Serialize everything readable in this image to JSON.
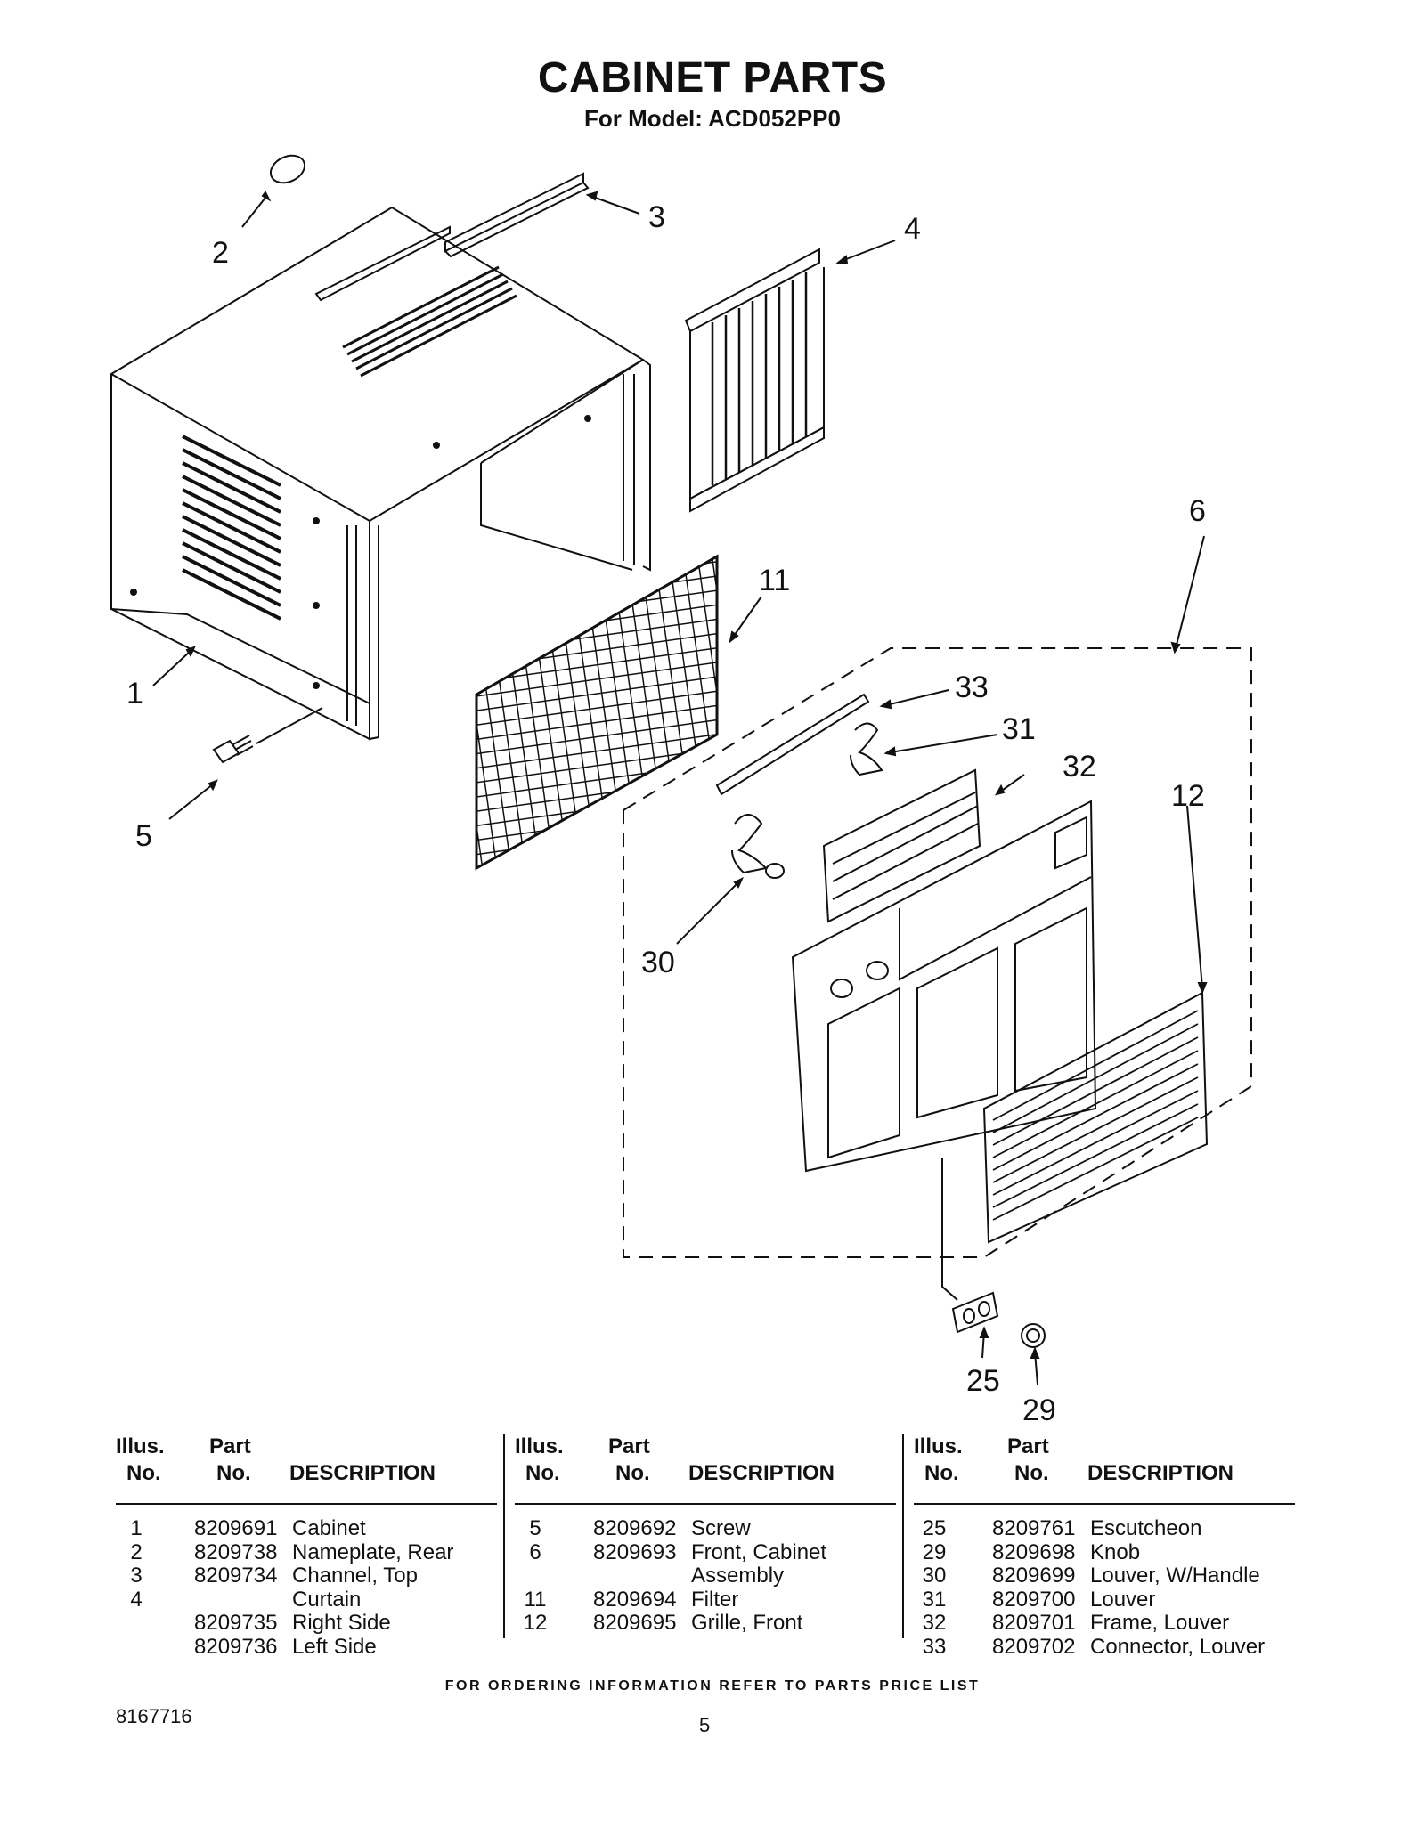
{
  "header": {
    "title": "CABINET PARTS",
    "model": "For Model: ACD052PP0"
  },
  "callouts": {
    "c1": "1",
    "c2": "2",
    "c3": "3",
    "c4": "4",
    "c5": "5",
    "c6": "6",
    "c11": "11",
    "c12": "12",
    "c25": "25",
    "c29": "29",
    "c30": "30",
    "c31": "31",
    "c32": "32",
    "c33": "33"
  },
  "table": {
    "head_illus": "Illus.",
    "head_no": "No.",
    "head_part": "Part",
    "head_desc": "DESCRIPTION",
    "col1": [
      {
        "illus": "1",
        "part": "8209691",
        "desc": "Cabinet"
      },
      {
        "illus": "2",
        "part": "8209738",
        "desc": "Nameplate, Rear"
      },
      {
        "illus": "3",
        "part": "8209734",
        "desc": "Channel, Top"
      },
      {
        "illus": "4",
        "part": "",
        "desc": "Curtain"
      },
      {
        "illus": "",
        "part": "8209735",
        "desc": "Right Side"
      },
      {
        "illus": "",
        "part": "8209736",
        "desc": "Left Side"
      }
    ],
    "col2": [
      {
        "illus": "5",
        "part": "8209692",
        "desc": "Screw"
      },
      {
        "illus": "6",
        "part": "8209693",
        "desc": "Front, Cabinet"
      },
      {
        "illus": "",
        "part": "",
        "desc": "Assembly"
      },
      {
        "illus": "11",
        "part": "8209694",
        "desc": "Filter"
      },
      {
        "illus": "12",
        "part": "8209695",
        "desc": "Grille, Front"
      }
    ],
    "col3": [
      {
        "illus": "25",
        "part": "8209761",
        "desc": "Escutcheon"
      },
      {
        "illus": "29",
        "part": "8209698",
        "desc": "Knob"
      },
      {
        "illus": "30",
        "part": "8209699",
        "desc": "Louver, W/Handle"
      },
      {
        "illus": "31",
        "part": "8209700",
        "desc": "Louver"
      },
      {
        "illus": "32",
        "part": "8209701",
        "desc": "Frame, Louver"
      },
      {
        "illus": "33",
        "part": "8209702",
        "desc": "Connector, Louver"
      }
    ]
  },
  "footer": {
    "ordering_note": "FOR ORDERING INFORMATION REFER TO PARTS PRICE LIST",
    "document_number": "8167716",
    "page_number": "5"
  }
}
